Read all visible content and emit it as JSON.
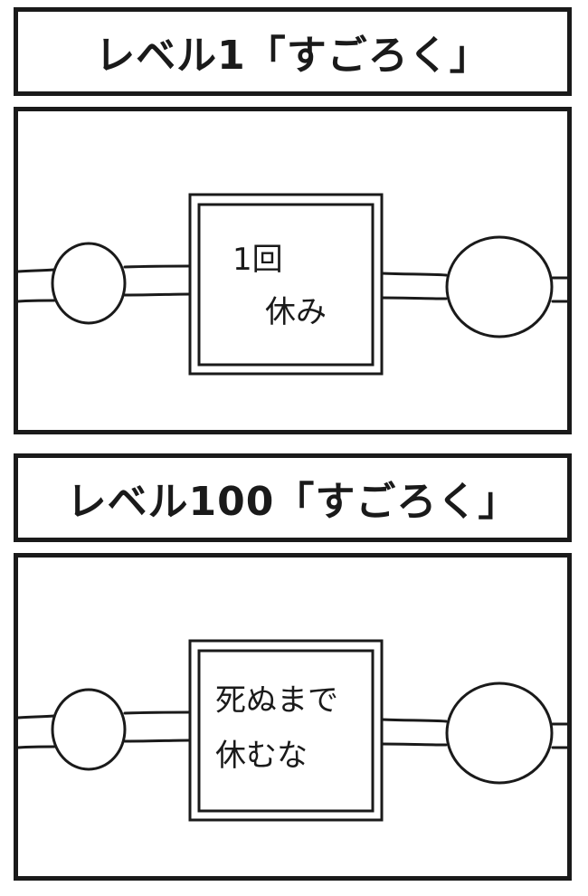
{
  "panels": [
    {
      "title": "レベル1「すごろく」",
      "square_text": [
        "1回",
        "休み"
      ]
    },
    {
      "title": "レベル100「すごろく」",
      "square_text": [
        "死ぬまで",
        "休むな"
      ]
    }
  ]
}
